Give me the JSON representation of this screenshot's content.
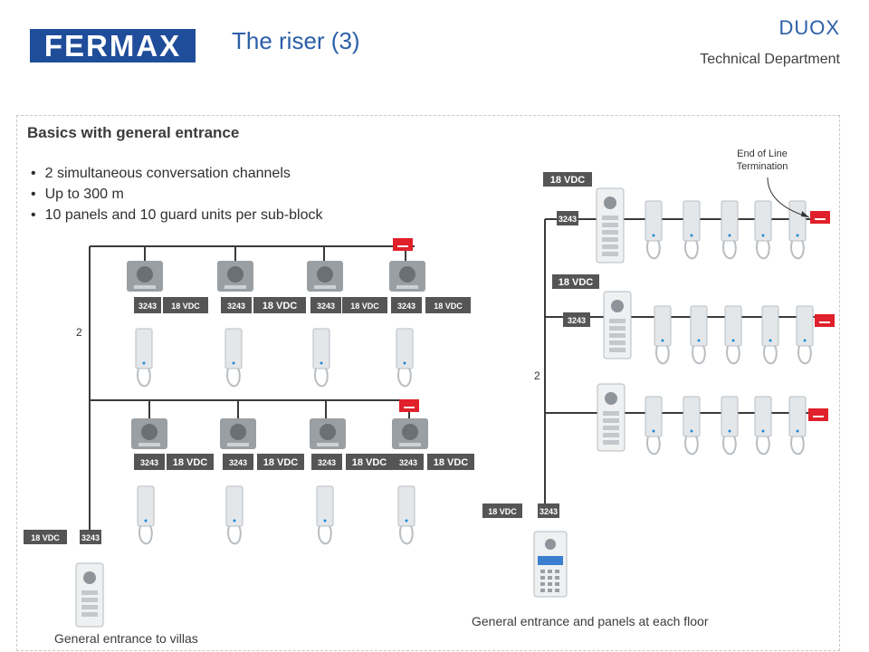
{
  "header": {
    "logo_text": "FERMAX",
    "title": "The riser (3)",
    "brand": "DUOX",
    "department": "Technical Department"
  },
  "section": {
    "title": "Basics with general entrance",
    "bullets": [
      "2 simultaneous conversation channels",
      "Up to 300 m",
      "10 panels and 10 guard units per sub-block"
    ]
  },
  "labels": {
    "end_of_line": "End of Line Termination",
    "wire_count": "2",
    "power": "18 VDC",
    "distributor": "3243"
  },
  "captions": {
    "villas": "General entrance to villas",
    "floors": "General entrance and panels at each floor"
  },
  "colors": {
    "accent": "#2a5fa8",
    "logo_bg": "#1f4d9a",
    "terminator": "#e0202a",
    "module": "#555555"
  }
}
